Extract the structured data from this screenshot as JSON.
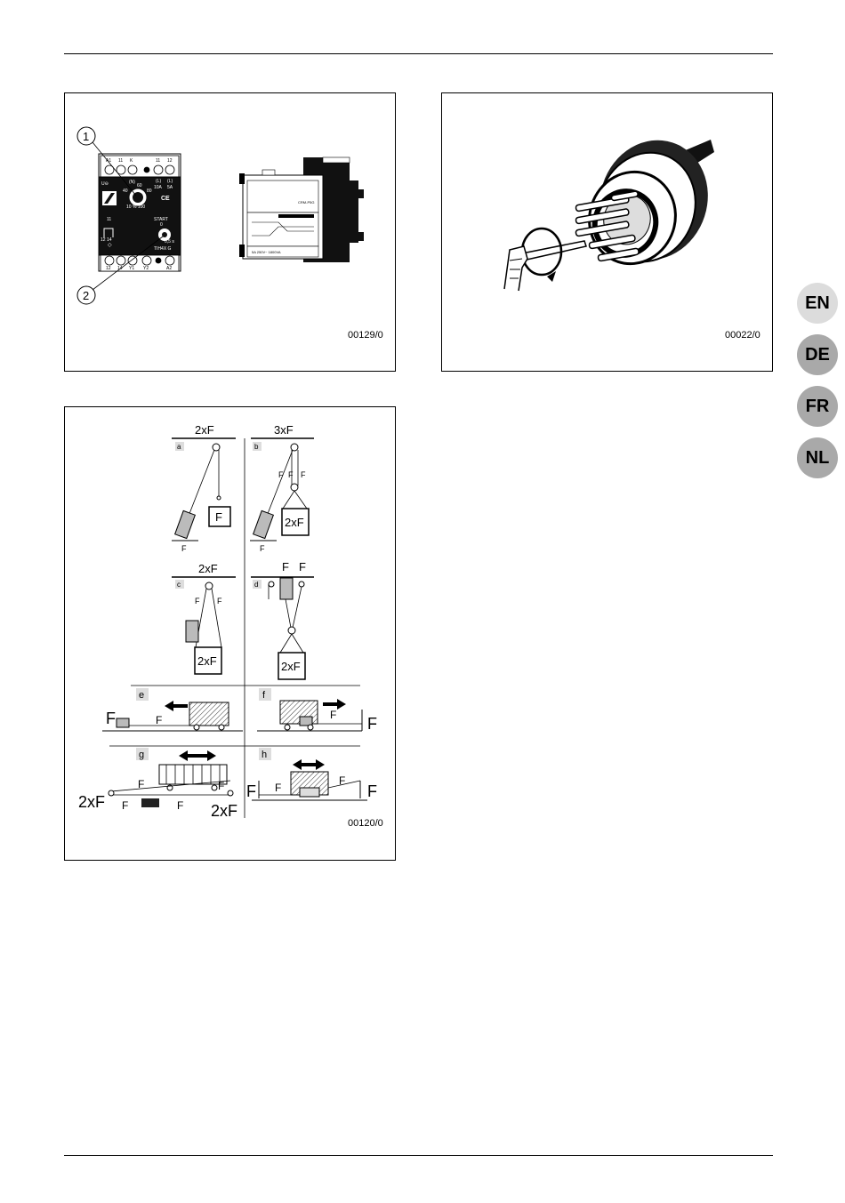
{
  "figures": {
    "relay": {
      "ref": "00129/0",
      "callouts": [
        "1",
        "2"
      ],
      "front_labels": {
        "terminals_top": [
          "A1",
          "11",
          "K",
          "11",
          "12"
        ],
        "ue": "U⊖",
        "n": "(N)",
        "l_left": "(L)",
        "l_right": "(L)",
        "amps_left": "10A",
        "amps_right": "5A",
        "dial_top": "60",
        "dial_left": "40",
        "dial_right": "80",
        "dial_scale": "10  %  100",
        "ce": "CE",
        "contact_label": "11",
        "contact_nos": "12  14",
        "start": "START",
        "start_val": "0",
        "time": "0,5 s",
        "model": "TIH4X G",
        "terminals_bottom": [
          "12",
          "14",
          "Y1",
          "Y2",
          "A2"
        ]
      },
      "side_labels": {
        "sticker": "CRM-P5G",
        "rating": "5A 250V~ 1800VA"
      }
    },
    "connector": {
      "ref": "00022/0"
    },
    "forces": {
      "ref": "00120/0",
      "panels": {
        "a": {
          "letter": "a",
          "top": "2xF",
          "box": "F",
          "f1": "F"
        },
        "b": {
          "letter": "b",
          "top": "3xF",
          "box": "2xF",
          "f1": "F",
          "f2": "F",
          "f3": "F",
          "f4": "F"
        },
        "c": {
          "letter": "c",
          "top": "2xF",
          "box": "2xF",
          "f1": "F",
          "f2": "F"
        },
        "d": {
          "letter": "d",
          "top1": "F",
          "top2": "F",
          "box": "2xF"
        },
        "e": {
          "letter": "e",
          "left": "F",
          "mid": "F"
        },
        "f": {
          "letter": "f",
          "right": "F",
          "mid": "F"
        },
        "g": {
          "letter": "g",
          "left": "2xF",
          "right": "2xF",
          "f1": "F",
          "f2": "F",
          "f3": "F",
          "f4": "F"
        },
        "h": {
          "letter": "h",
          "left": "F",
          "right": "F",
          "f1": "F",
          "f2": "F"
        }
      }
    }
  },
  "language_tabs": [
    {
      "code": "EN",
      "active": true
    },
    {
      "code": "DE",
      "active": false
    },
    {
      "code": "FR",
      "active": false
    },
    {
      "code": "NL",
      "active": false
    }
  ]
}
